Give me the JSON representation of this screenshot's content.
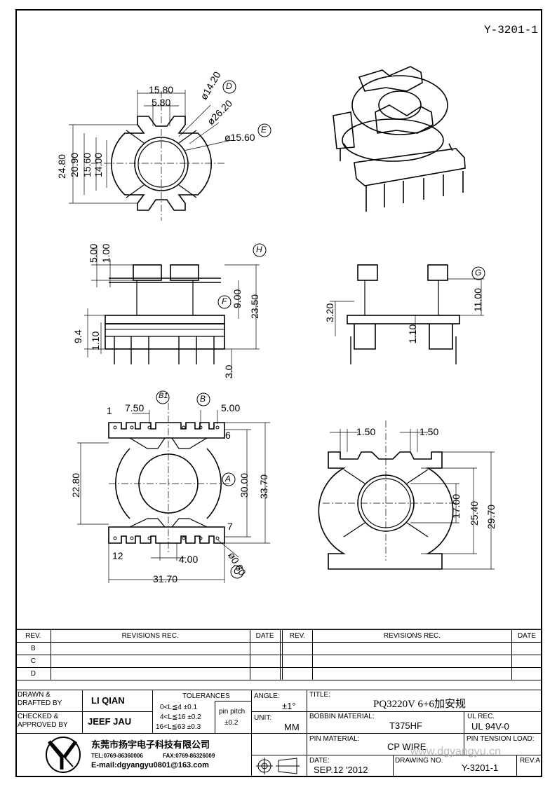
{
  "doc_number": "Y-3201-1",
  "watermark": "www.dgyangyu.cn",
  "callouts": {
    "A": "A",
    "B": "B",
    "B1": "B1",
    "C": "C",
    "D": "D",
    "E": "E",
    "F": "F",
    "G": "G",
    "H": "H"
  },
  "top_view_dims": [
    "15.80",
    "5.80",
    "ø14.20",
    "ø26.20",
    "ø15.60",
    "24.80",
    "20.90",
    "15.60",
    "14.00"
  ],
  "side_view_dims": [
    "5.00",
    "1.00",
    "9.00",
    "23.50",
    "9.4",
    "1.10",
    "3.0"
  ],
  "right_side_dims": [
    "11.00",
    "3.20",
    "1.10"
  ],
  "bottom_view_dims": [
    "7.50",
    "5.00",
    "22.80",
    "30.00",
    "33.70",
    "4.00",
    "ø0.80",
    "31.70"
  ],
  "bottom_view_pins": [
    "1",
    "6",
    "7",
    "12"
  ],
  "rear_view_dims": [
    "1.50",
    "1.50",
    "17.00",
    "25.40",
    "29.70"
  ],
  "revisions": {
    "headers": [
      "REV.",
      "REVISIONS    REC.",
      "DATE",
      "REV.",
      "REVISIONS    REC.",
      "DATE"
    ],
    "rows": [
      "B",
      "C",
      "D"
    ]
  },
  "title_block": {
    "drawn_label": "DRAWN &\nDRAFTED BY",
    "drawn_by": "LI QIAN",
    "checked_label": "CHECKED &\nAPPROVED BY",
    "checked_by": "JEEF JAU",
    "tolerances_label": "TOLERANCES",
    "tol_rows": [
      "0<L≦4    ±0.1",
      "4<L≦16  ±0.2",
      "16<L≦63  ±0.3"
    ],
    "pin_pitch_label": "pin pitch",
    "pin_pitch_tol": "±0.2",
    "angle_label": "ANGLE:",
    "angle_val": "±1°",
    "unit_label": "UNIT:",
    "unit_val": "MM",
    "title_label": "TITLE:",
    "title_val": "PQ3220V 6+6加安规",
    "bobbin_label": "BOBBIN MATERIAL:",
    "bobbin_val": "T375HF",
    "ul_label": "UL REC.",
    "ul_val": "UL 94V-0",
    "pin_mat_label": "PIN MATERIAL:",
    "pin_mat_val": "CP WIRE",
    "pin_tension_label": "PIN TENSION LOAD:",
    "date_label": "DATE:",
    "date_val": "SEP.12 '2012",
    "drawing_no_label": "DRAWING NO.",
    "drawing_no_val": "Y-3201-1",
    "rev_label": "REV.A",
    "company_name": "东莞市扬宇电子科技有限公司",
    "company_tel": "TEL:0769-86360006",
    "company_fax": "FAX:0769-86326009",
    "company_email": "E-mail:dgyangyu0801@163.com"
  }
}
